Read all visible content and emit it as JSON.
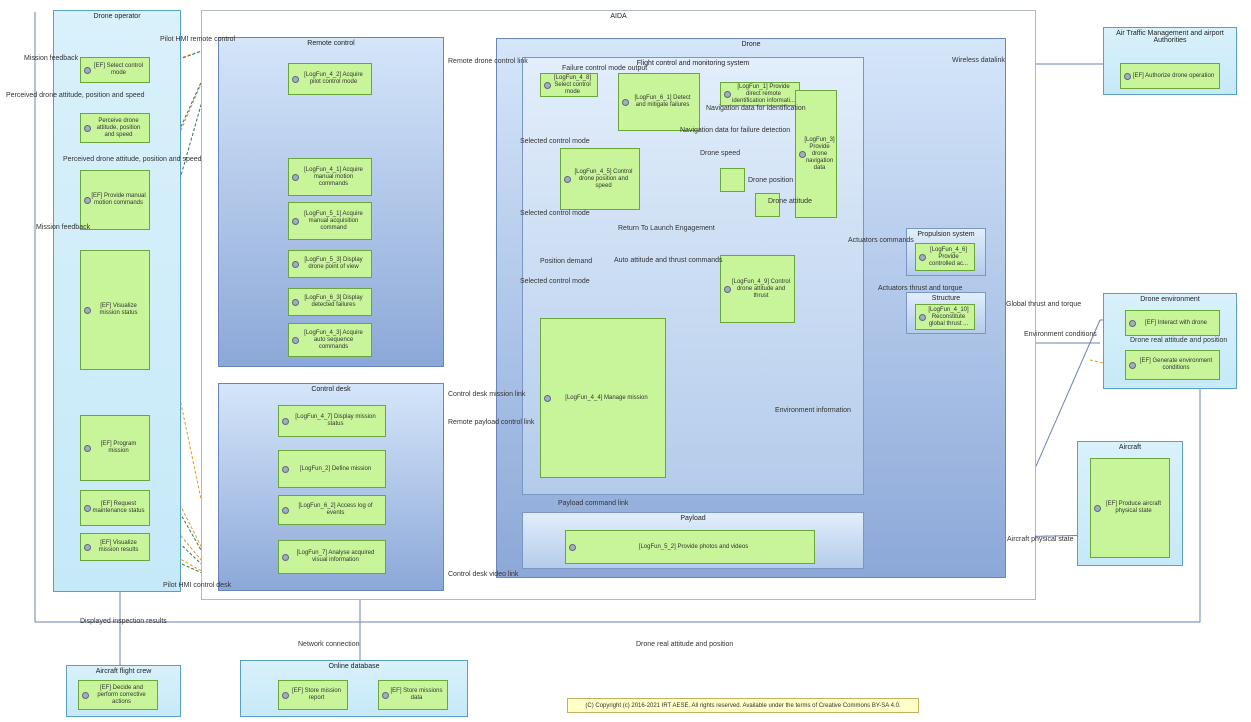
{
  "actors": {
    "drone_operator": "Drone operator",
    "air_traffic": "Air Traffic Management and airport Authorities",
    "drone_environment": "Drone environment",
    "aircraft": "Aircraft",
    "aircraft_flight_crew": "Aircraft flight crew",
    "online_database": "Online database"
  },
  "system": {
    "title": "AIDA"
  },
  "components": {
    "remote_control": "Remote control",
    "control_desk": "Control desk",
    "drone": "Drone",
    "flight_control": "Flight control and monitoring system",
    "propulsion": "Propulsion system",
    "structure": "Structure",
    "payload": "Payload"
  },
  "functions": {
    "select_control_mode": "[EF] Select control mode",
    "perceive_drone": "Perceive drone attitude, position and speed",
    "provide_manual_motion": "[EF] Provide manual motion commands",
    "visualize_mission_status": "[EF] Visualize mission status",
    "program_mission": "[EF] Program mission",
    "request_maintenance": "[EF] Request maintenance status",
    "visualize_mission_results": "[EF] Visualize mission results",
    "acquire_pilot_mode": "[LogFun_4_2] Acquire pilot control mode",
    "acquire_manual_motion": "[LogFun_4_1] Acquire manual motion commands",
    "acquire_manual_acq": "[LogFun_5_1] Acquire manual acquisition command",
    "display_drone_pov": "[LogFun_5_3] Display drone point of view",
    "display_failures": "[LogFun_6_3] Display detected failures",
    "acquire_auto_seq": "[LogFun_4_3] Acquire auto sequence commands",
    "display_mission_status": "[LogFun_4_7] Display mission status",
    "define_mission": "[LogFun_2] Define mission",
    "access_log": "[LogFun_6_2] Access log of events",
    "analyse_visual": "[LogFun_7] Analyse acquired visual information",
    "select_control_mode_drone": "[LogFun_4_8] Select control mode",
    "detect_failures": "[LogFun_6_1] Detect and mitigate failures",
    "provide_direct_id": "[LogFun_1] Provide direct remote identification informati...",
    "control_position_speed": "[LogFun_4_5] Control drone position and speed",
    "provide_nav_data": "[LogFun_3] Provide drone navigation data",
    "control_attitude": "[LogFun_4_9] Control drone attitude and thrust",
    "manage_mission": "[LogFun_4_4] Manage mission",
    "provide_controlled": "[LogFun_4_6] Provide controlled ac...",
    "reconstitute_thrust": "[LogFun_4_10] Reconstitute global thrust ...",
    "provide_photos": "[LogFun_5_2] Provide photos and videos",
    "authorize_operation": "[EF] Authorize drone operation",
    "interact_with_drone": "[EF] Interact with drone",
    "generate_env": "[EF] Generate environment conditions",
    "produce_aircraft_state": "[EF] Produce aircraft physical state",
    "decide_corrective": "[EF] Decide and perform corrective actions",
    "store_mission_report": "[EF] Store mission report",
    "store_missions_data": "[EF] Store missions data"
  },
  "exchanges": {
    "mission_feedback": "Mission feedback",
    "perceived_attitude": "Perceived drone attitude, position and speed",
    "perceived_attitude_2": "Perceived drone attitude, position and speed",
    "mission_feedback_2": "Mission feedback",
    "displayed_inspection": "Displayed inspection results",
    "drone_speed": "Drone speed",
    "drone_position": "Drone position",
    "drone_attitude": "Drone attitude",
    "nav_data_id": "Navigation data for identification",
    "nav_data_failure": "Navigation data for failure detection",
    "return_to_launch": "Return To Launch Engagement",
    "auto_attitude_thrust": "Auto attitude and thrust commands",
    "position_demand": "Position demand",
    "selected_mode_1": "Selected control mode",
    "selected_mode_2": "Selected control mode",
    "selected_mode_3": "Selected control mode",
    "failure_mode_output": "Failure control mode output",
    "environment_info": "Environment information",
    "actuators_commands": "Actuators commands",
    "actuators_thrust": "Actuators thrust and torque",
    "global_thrust": "Global thrust and torque",
    "environment_conditions": "Environment conditions",
    "real_attitude_position": "Drone real attitude and position",
    "real_attitude_position_2": "Drone real attitude and position"
  },
  "links": {
    "pilot_hmi_remote": "Pilot HMI remote control",
    "pilot_hmi_desk": "Pilot HMI control desk",
    "remote_drone_link": "Remote drone control link",
    "control_desk_mission": "Control desk mission link",
    "remote_payload_link": "Remote payload control link",
    "control_desk_video": "Control desk video link",
    "payload_command": "Payload command link",
    "wireless_datalink": "Wireless datalink",
    "aircraft_physical": "Aircraft physical state",
    "network_connection": "Network connection"
  },
  "copyright": "(C) Copyright (c) 2016-2021 IRT AESE. All rights reserved. Available under the terms of Creative Commons BY-SA 4.0."
}
